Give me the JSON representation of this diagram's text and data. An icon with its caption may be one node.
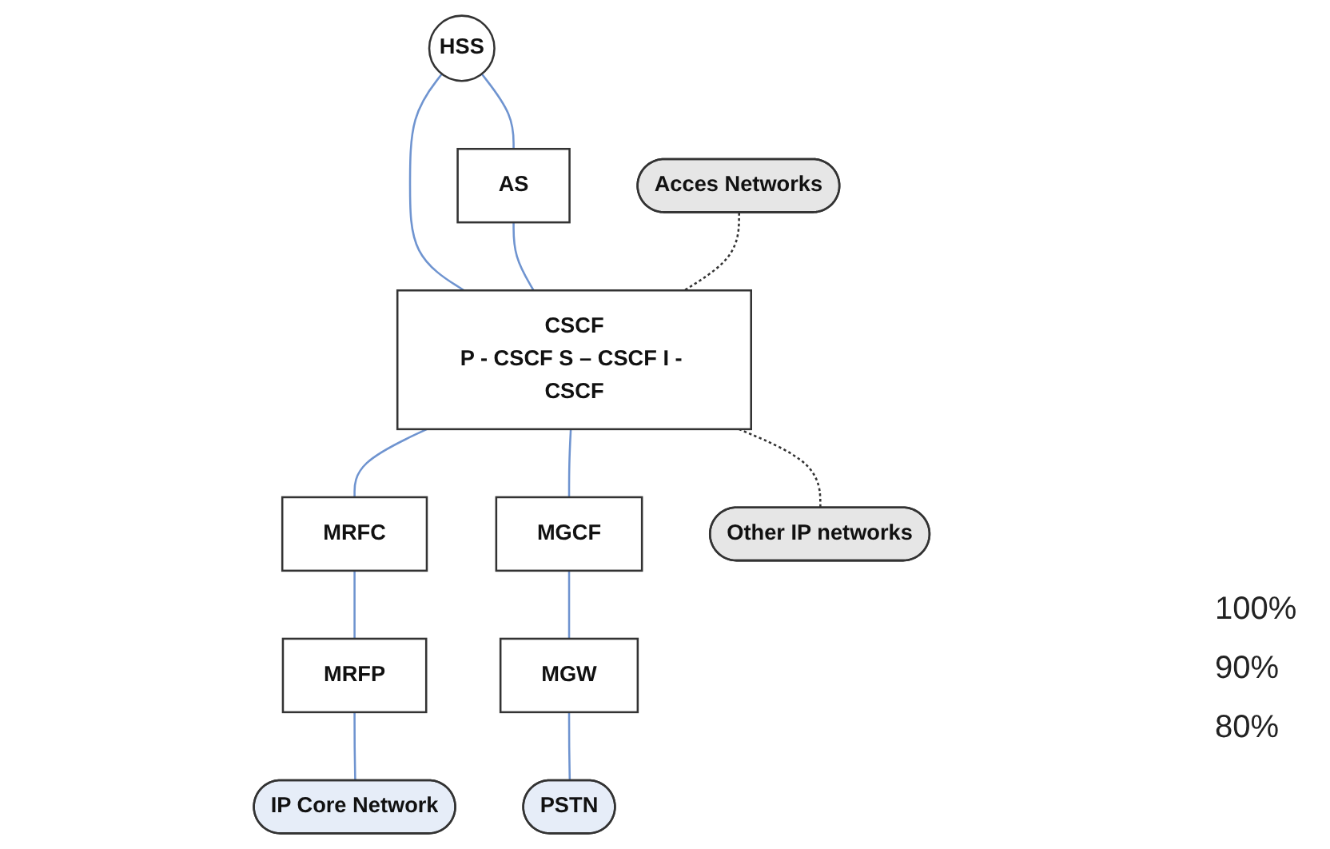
{
  "diagram": {
    "nodes": [
      {
        "text": [
          "Acces Networks"
        ]
      },
      {
        "text": [
          "HSS"
        ]
      },
      {
        "text": [
          "AS"
        ]
      },
      {
        "text": [
          "CSCF",
          "P - CSCF S – CSCF I - CSCF"
        ]
      },
      {
        "text": [
          "MRFC"
        ]
      },
      {
        "text": [
          "MGCF"
        ]
      },
      {
        "text": [
          "Other IP networks"
        ]
      },
      {
        "text": [
          "MRFP"
        ]
      },
      {
        "text": [
          "MGW"
        ]
      },
      {
        "text": [
          "IP Core Network"
        ]
      },
      {
        "text": [
          "PSTN"
        ]
      }
    ],
    "edges": [
      {
        "from": 1,
        "to": 2,
        "arrow": "none"
      },
      {
        "from": 1,
        "to": 3,
        "arrow": "none"
      },
      {
        "from": 2,
        "to": 3,
        "arrow": "none"
      },
      {
        "from": 0,
        "to": 3,
        "arrow": "none",
        "style": "dashed",
        "color": "#333333"
      },
      {
        "from": 3,
        "to": 6,
        "arrow": "none",
        "style": "dashed",
        "color": "#333333"
      },
      {
        "from": 3,
        "to": 4,
        "arrow": "none"
      },
      {
        "from": 3,
        "to": 5,
        "arrow": "none"
      },
      {
        "from": 4,
        "to": 7,
        "arrow": "none"
      },
      {
        "from": 5,
        "to": 8,
        "arrow": "none"
      },
      {
        "from": 7,
        "to": 9,
        "arrow": "none"
      },
      {
        "from": 8,
        "to": 10,
        "arrow": "none"
      }
    ],
    "labels": [
      "100%",
      "90%",
      "80%"
    ]
  }
}
